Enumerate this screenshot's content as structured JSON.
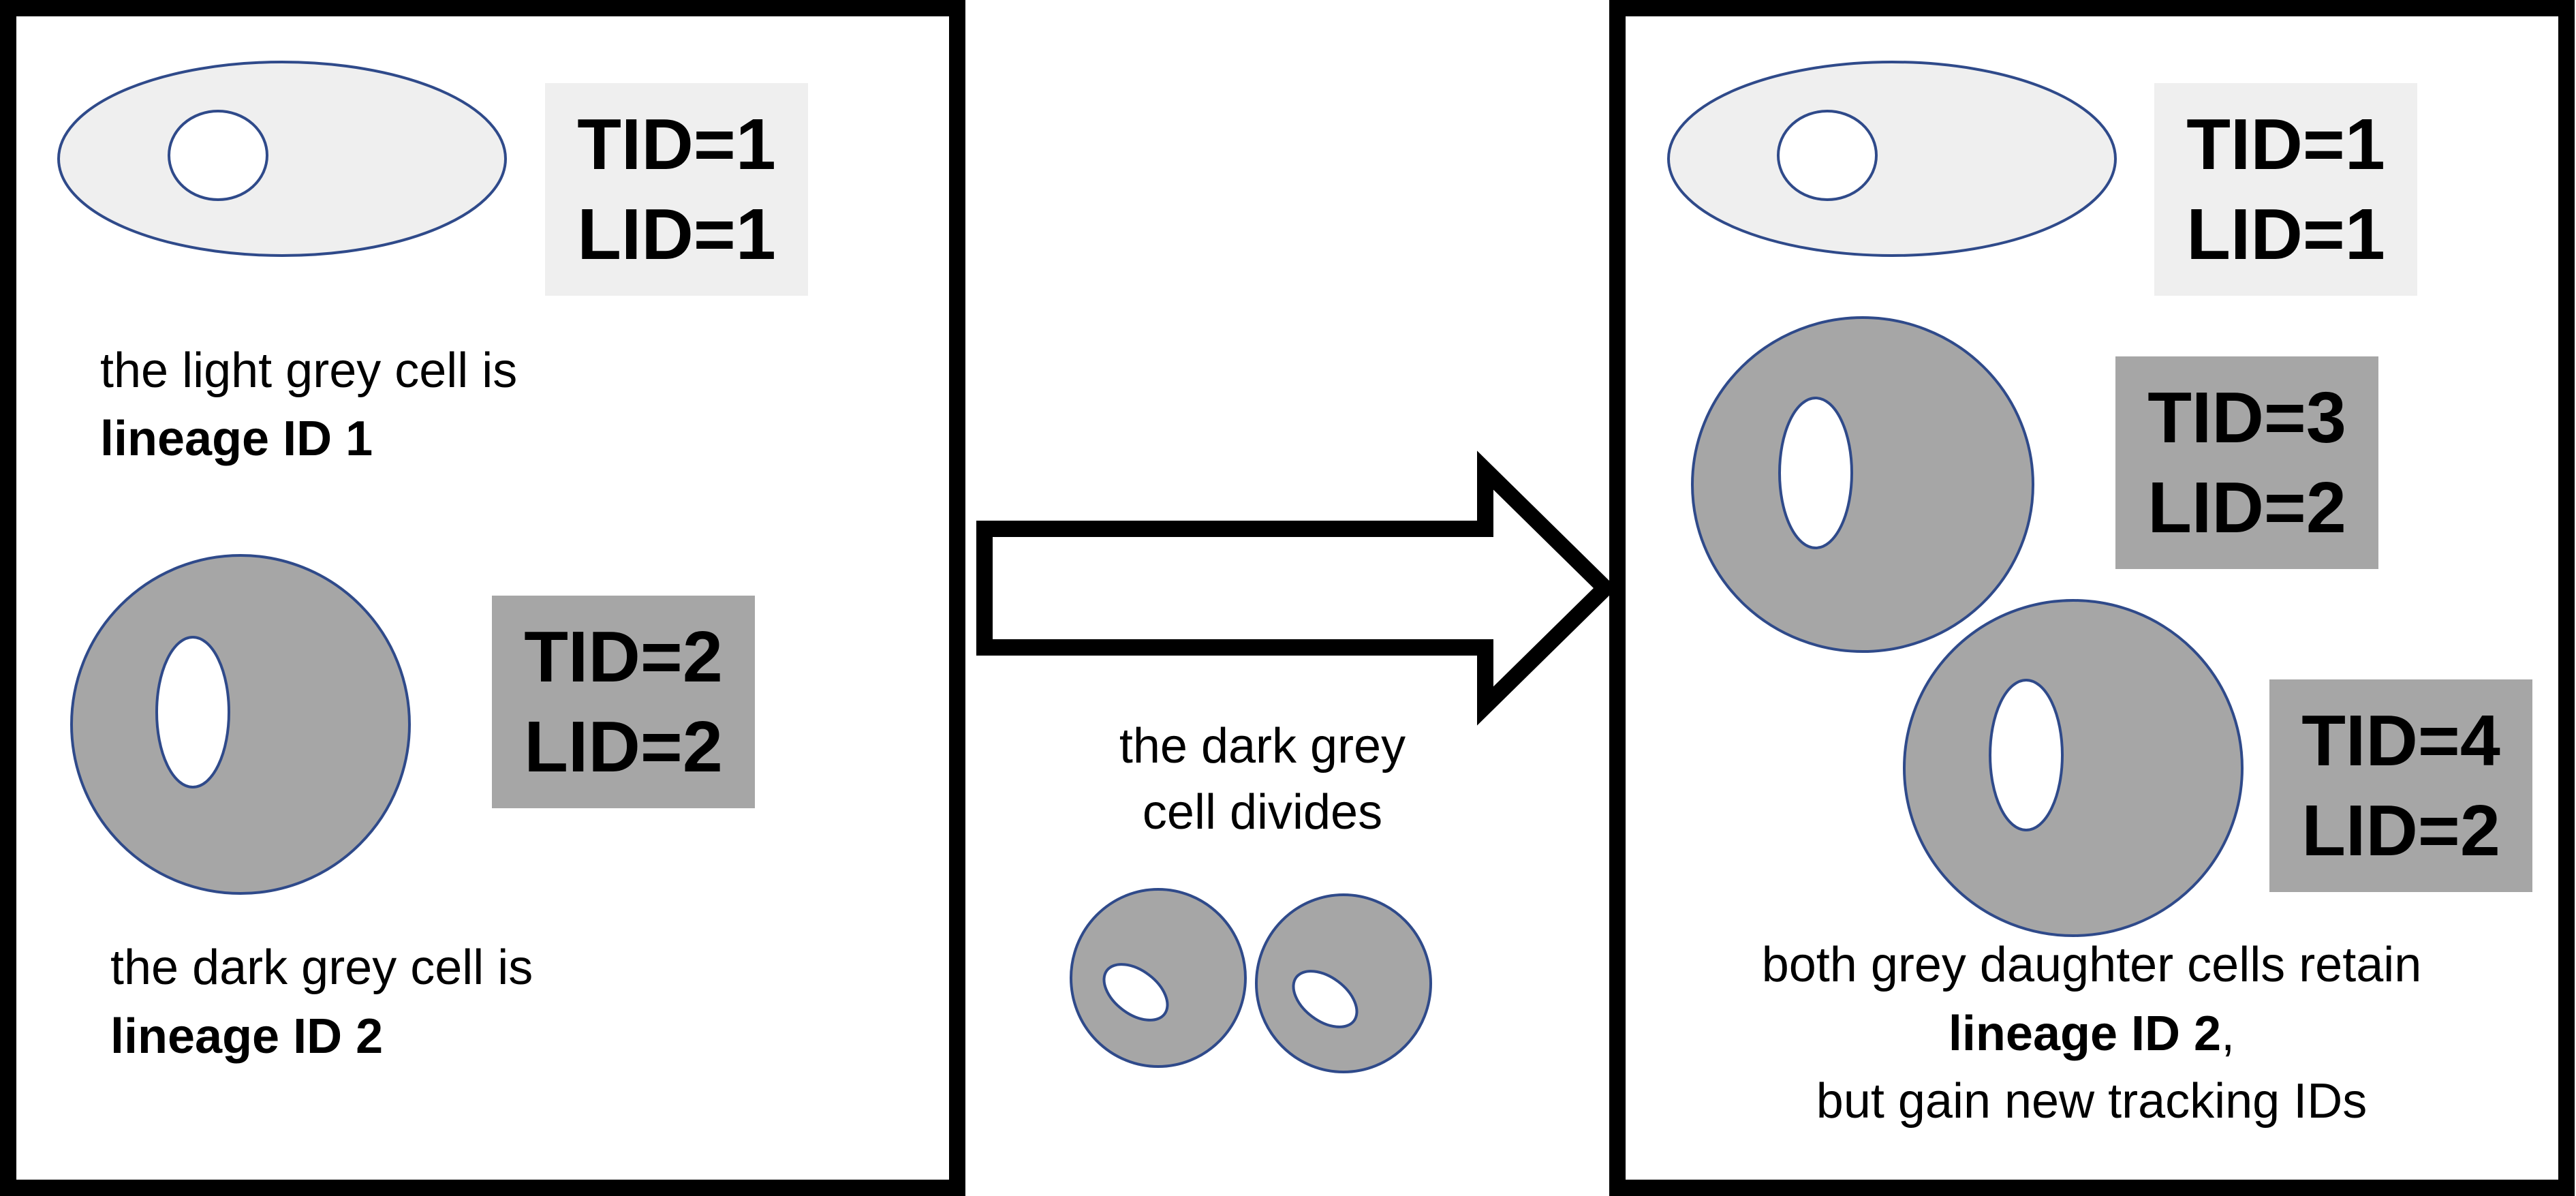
{
  "colors": {
    "light_cell": "#efefef",
    "dark_cell": "#a6a6a6",
    "cell_outline": "#2f4a8a",
    "light_label_bg": "#efefef",
    "dark_label_bg": "#a6a6a6",
    "frame": "#000000"
  },
  "left_panel": {
    "light_label": {
      "tid": "TID=1",
      "lid": "LID=1"
    },
    "light_caption": {
      "line1": "the light grey cell is",
      "line2": "lineage ID 1"
    },
    "dark_label": {
      "tid": "TID=2",
      "lid": "LID=2"
    },
    "dark_caption": {
      "line1": "the dark grey cell is",
      "line2": "lineage ID 2"
    }
  },
  "middle": {
    "caption": {
      "line1": "the dark grey",
      "line2": "cell divides"
    },
    "arrow_icon": "right-arrow-icon"
  },
  "right_panel": {
    "light_label": {
      "tid": "TID=1",
      "lid": "LID=1"
    },
    "daughter1_label": {
      "tid": "TID=3",
      "lid": "LID=2"
    },
    "daughter2_label": {
      "tid": "TID=4",
      "lid": "LID=2"
    },
    "caption": {
      "line1": "both grey daughter cells retain",
      "line2_bold": "lineage ID 2",
      "line2_rest": ",",
      "line3": "but gain new tracking IDs"
    }
  }
}
